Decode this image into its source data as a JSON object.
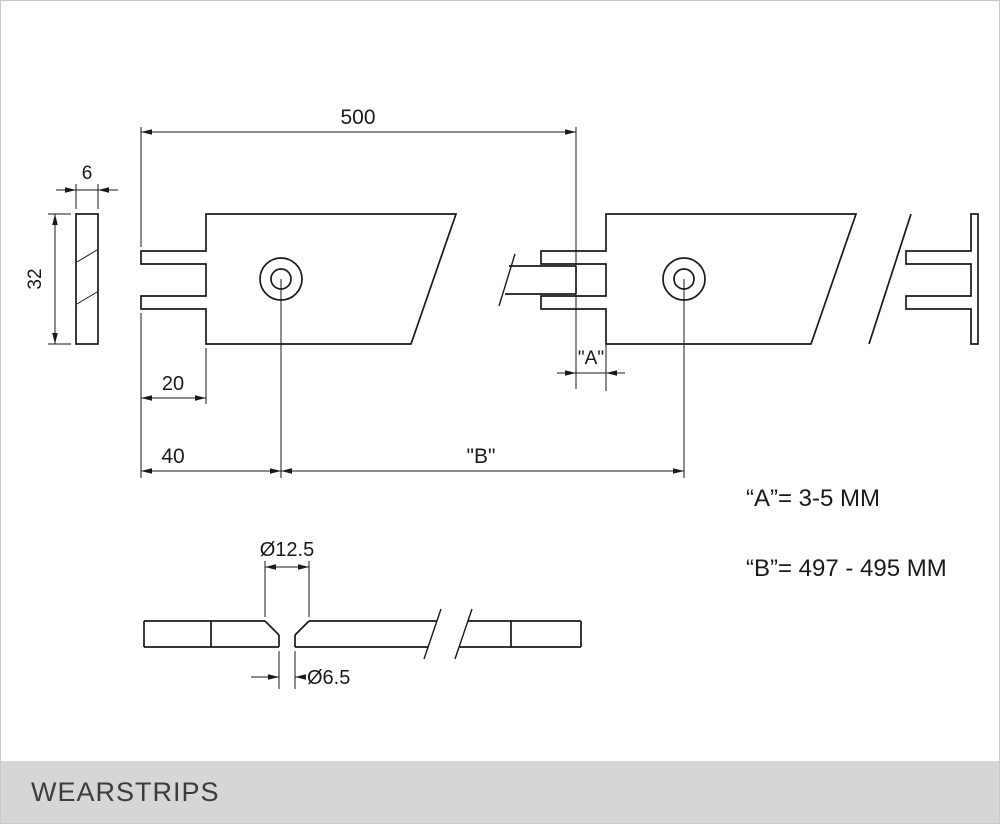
{
  "footer": {
    "title": "WEARSTRIPS"
  },
  "dimensions": {
    "length_500": "500",
    "thickness_6": "6",
    "width_32": "32",
    "fork_depth_20": "20",
    "hole_offset_40": "40",
    "gap_a": "\"A\"",
    "span_b": "\"B\"",
    "countersink_dia": "Ø12.5",
    "hole_dia": "Ø6.5"
  },
  "notes": {
    "note_a": "“A”= 3-5 MM",
    "note_b": "“B”= 497 - 495 MM"
  },
  "colors": {
    "line": "#1a1a1a",
    "footer_bg": "#d6d6d6",
    "footer_text": "#3c3c3c"
  }
}
